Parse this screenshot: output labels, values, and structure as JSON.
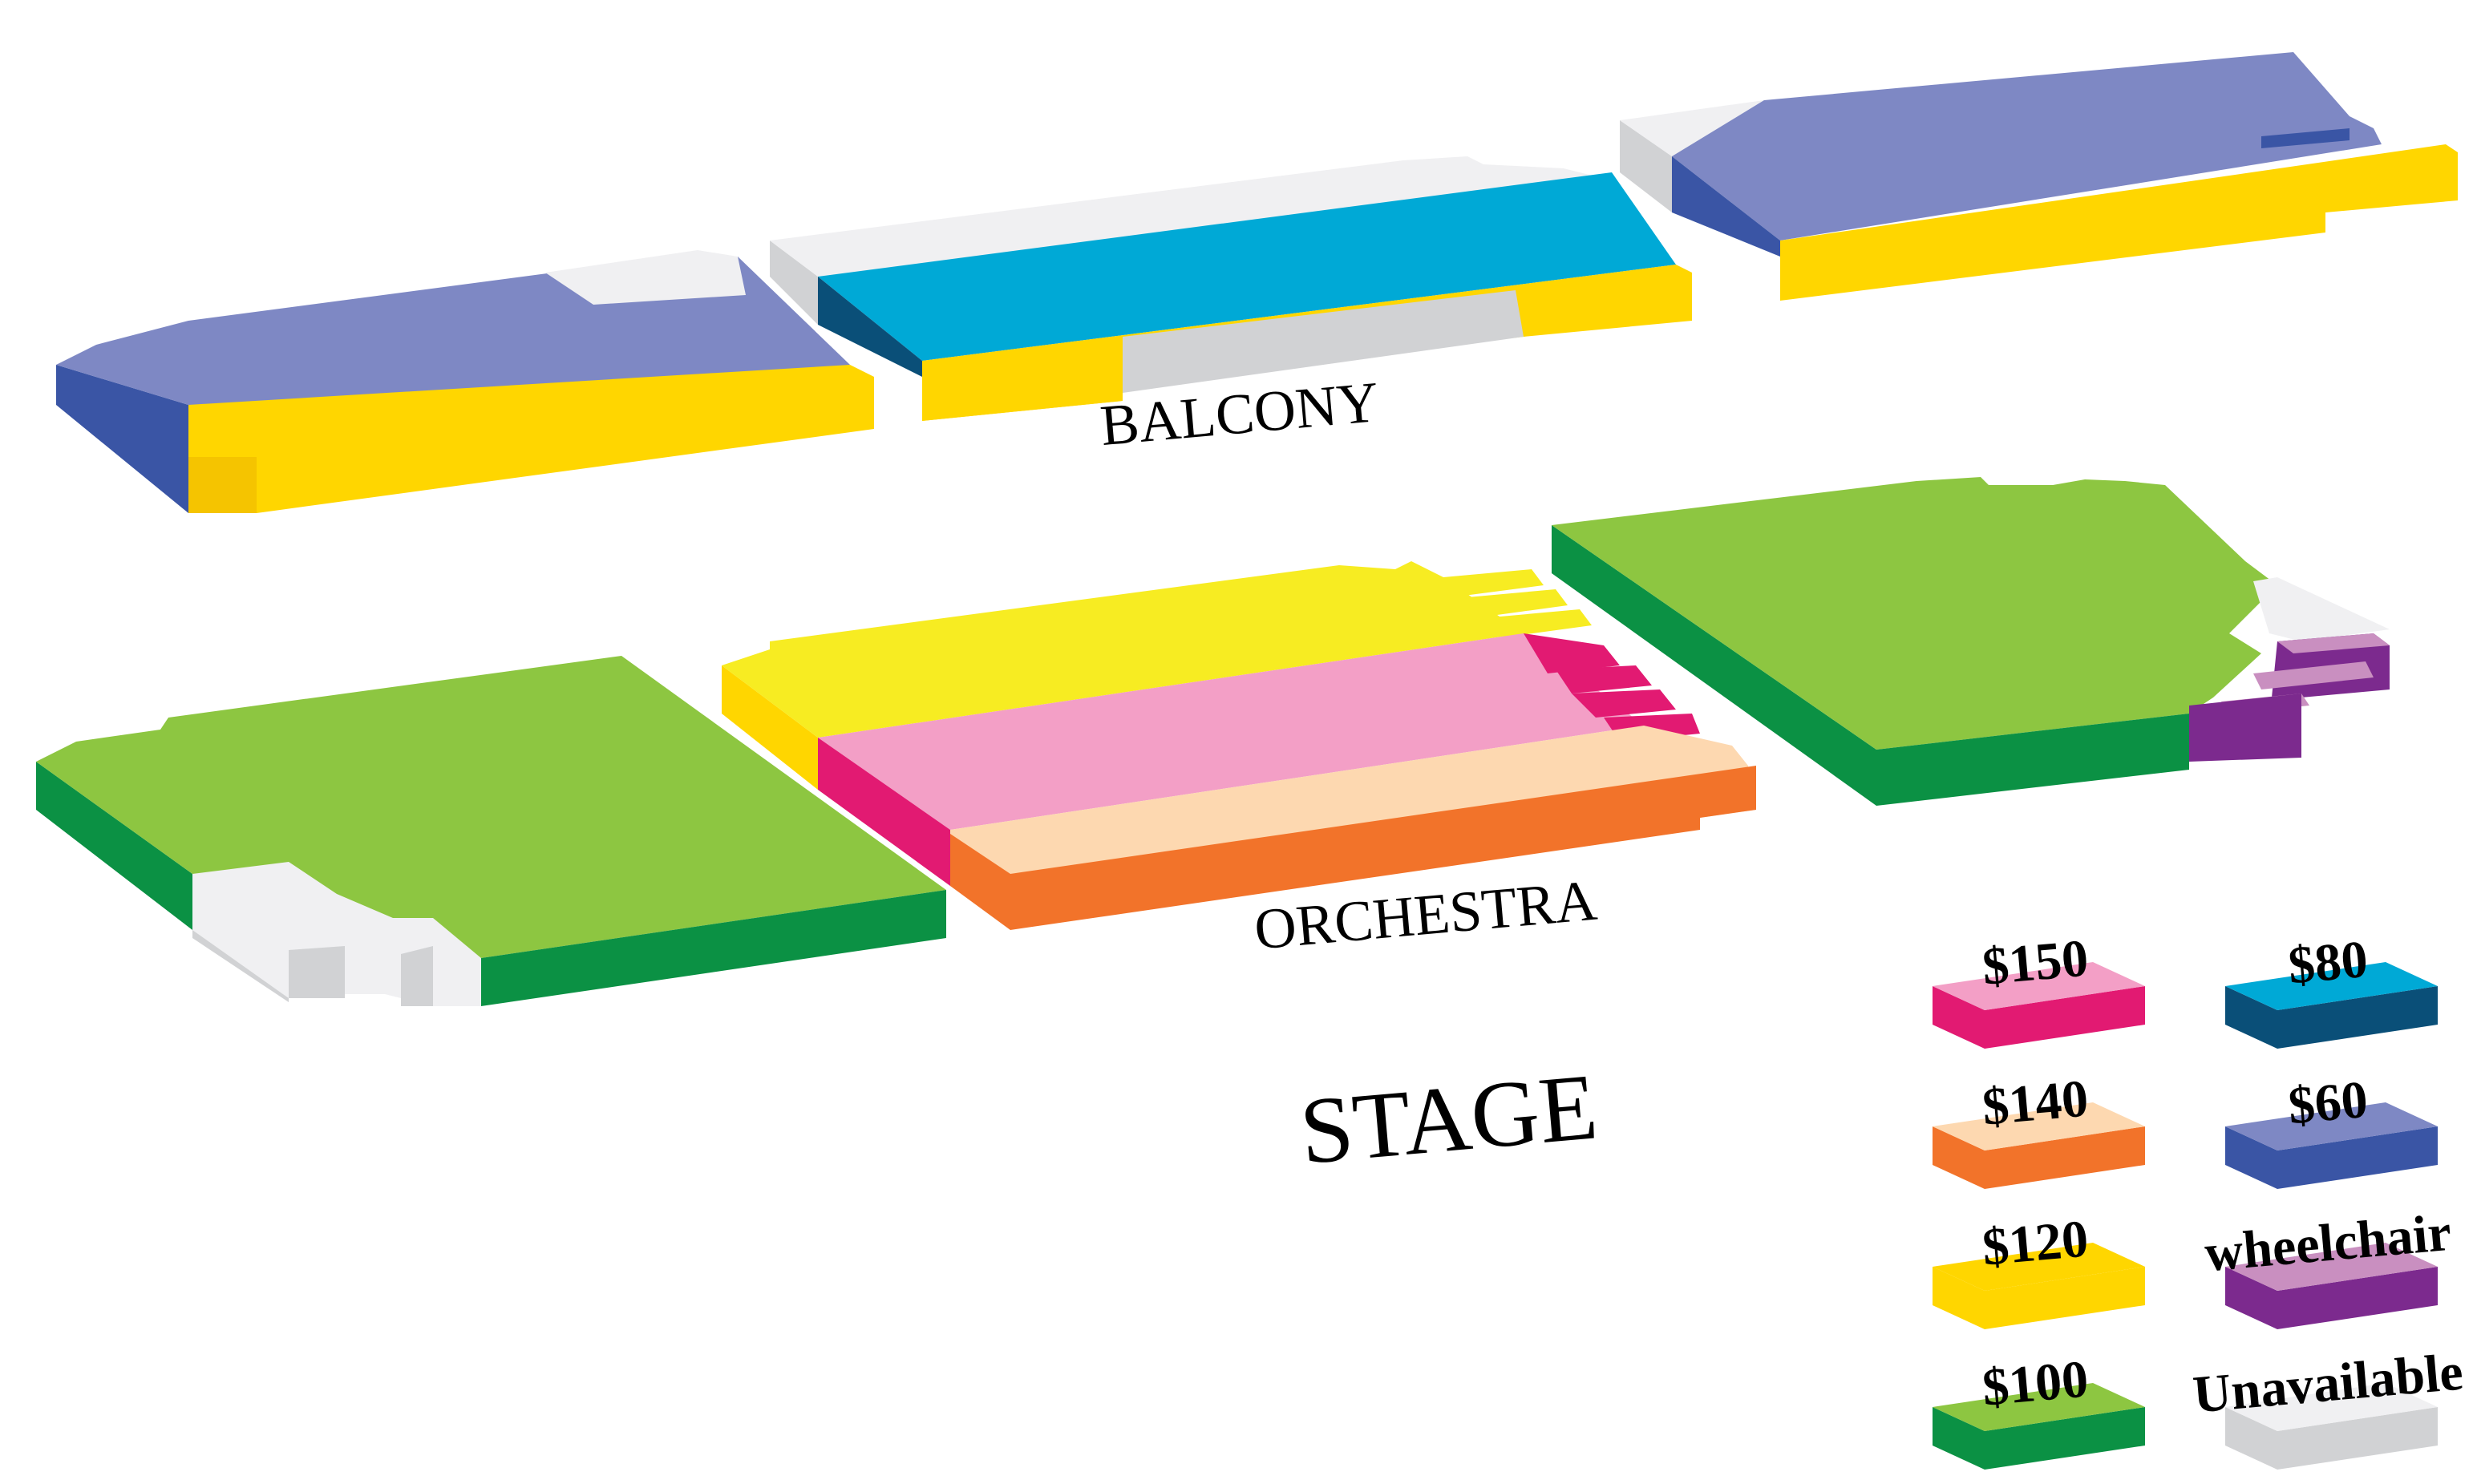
{
  "title_labels": {
    "balcony": "BALCONY",
    "orchestra": "ORCHESTRA",
    "stage": "STAGE"
  },
  "legend": [
    {
      "key": "p150",
      "label": "$150",
      "top": "#f39fc6",
      "side": "#e21a72"
    },
    {
      "key": "p80",
      "label": "$80",
      "top": "#00a9d6",
      "side": "#0a4f78"
    },
    {
      "key": "p140",
      "label": "$140",
      "top": "#fdd8b0",
      "side": "#f2732a"
    },
    {
      "key": "p60",
      "label": "$60",
      "top": "#7e88c4",
      "side": "#3a55a5"
    },
    {
      "key": "p120",
      "label": "$120",
      "top": "#ffd600",
      "side": "#ffd600"
    },
    {
      "key": "wheelchair",
      "label": "wheelchair",
      "top": "#c98fc0",
      "side": "#7c2a8e"
    },
    {
      "key": "p100",
      "label": "$100",
      "top": "#8dc641",
      "side": "#0b9144"
    },
    {
      "key": "unavailable",
      "label": "Unavailable",
      "top": "#f0f0f2",
      "side": "#d1d2d4"
    }
  ],
  "colors": {
    "p150_top": "#f39fc6",
    "p150_side": "#e21a72",
    "p140_top": "#fdd8b0",
    "p140_side": "#f2732a",
    "p120_top": "#f7ec22",
    "p120_side": "#ffd600",
    "p100_top": "#8dc641",
    "p100_side": "#0b9144",
    "p80_top": "#00a9d6",
    "p80_side": "#0a4f78",
    "p60_top": "#7e88c4",
    "p60_side": "#3a55a5",
    "wheelchair_top": "#c98fc0",
    "wheelchair_side": "#7c2a8e",
    "unavailable_top": "#f0f0f2",
    "unavailable_side": "#d1d2d4"
  }
}
